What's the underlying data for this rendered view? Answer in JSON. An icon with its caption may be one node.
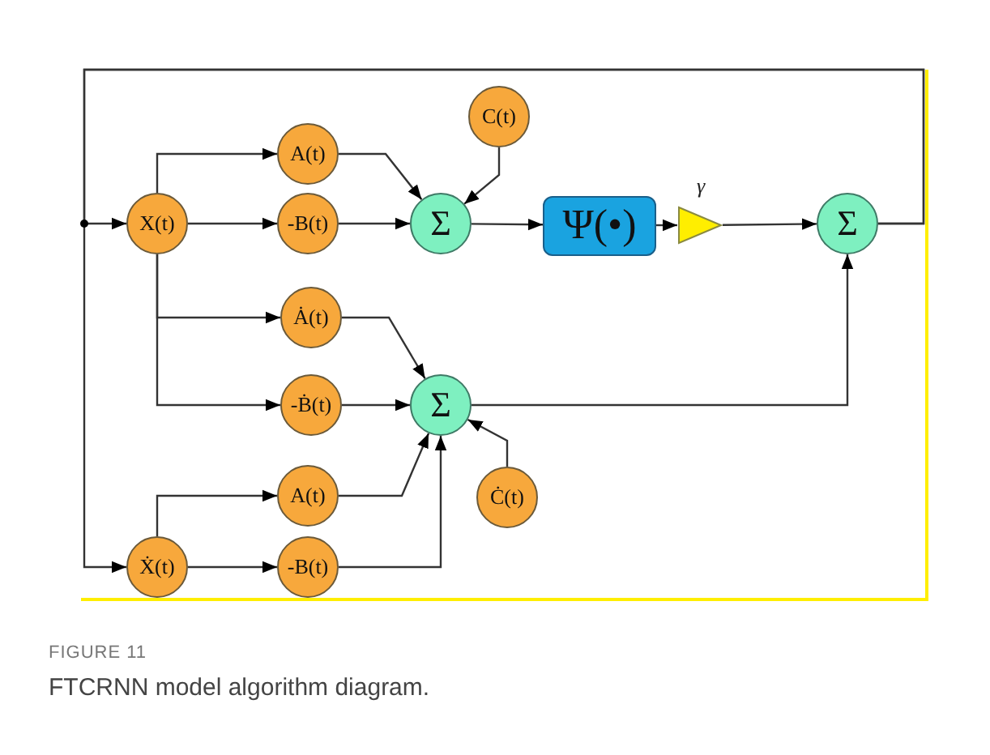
{
  "diagram": {
    "title": "FIGURE 11",
    "caption": "FTCRNN model algorithm diagram.",
    "nodes": [
      {
        "text": [
          "X(t)"
        ]
      },
      {
        "text": [
          "A(t)"
        ]
      },
      {
        "text": [
          "-B(t)"
        ]
      },
      {
        "text": [
          "C(t)"
        ]
      },
      {
        "text": [
          "Σ"
        ]
      },
      {
        "text": [
          "Ψ(•)"
        ]
      },
      {
        "text": [],
        "shape": "triangle",
        "beside": [
          "γ"
        ]
      },
      {
        "text": [
          "Σ"
        ]
      },
      {
        "text": [
          "Ȧ(t)"
        ]
      },
      {
        "text": [
          "-Ḃ(t)"
        ]
      },
      {
        "text": [
          "Σ"
        ]
      },
      {
        "text": [
          "A(t)"
        ]
      },
      {
        "text": [
          "Ċ(t)"
        ]
      },
      {
        "text": [
          "Ẋ(t)"
        ]
      },
      {
        "text": [
          "-B(t)"
        ]
      }
    ],
    "edges": [
      {
        "from": 0,
        "to": 1,
        "arrow": "to"
      },
      {
        "from": 0,
        "to": 2,
        "arrow": "to"
      },
      {
        "from": 1,
        "to": 4,
        "arrow": "to"
      },
      {
        "from": 2,
        "to": 4,
        "arrow": "to"
      },
      {
        "from": 3,
        "to": 4,
        "arrow": "to"
      },
      {
        "from": 4,
        "to": 5,
        "arrow": "to"
      },
      {
        "from": 5,
        "to": 6,
        "arrow": "to"
      },
      {
        "from": 6,
        "to": 7,
        "arrow": "to"
      },
      {
        "from": 0,
        "to": 8,
        "arrow": "to"
      },
      {
        "from": 0,
        "to": 9,
        "arrow": "to"
      },
      {
        "from": 8,
        "to": 10,
        "arrow": "to"
      },
      {
        "from": 9,
        "to": 10,
        "arrow": "to"
      },
      {
        "from": 11,
        "to": 10,
        "arrow": "to"
      },
      {
        "from": 14,
        "to": 10,
        "arrow": "to"
      },
      {
        "from": 12,
        "to": 10,
        "arrow": "to"
      },
      {
        "from": 10,
        "to": 7,
        "arrow": "to"
      },
      {
        "from": 13,
        "to": 11,
        "arrow": "to"
      },
      {
        "from": 13,
        "to": 14,
        "arrow": "to"
      },
      {
        "from": 7,
        "to": 0,
        "arrow": "to"
      },
      {
        "from": 7,
        "to": 13,
        "arrow": "to"
      }
    ]
  }
}
